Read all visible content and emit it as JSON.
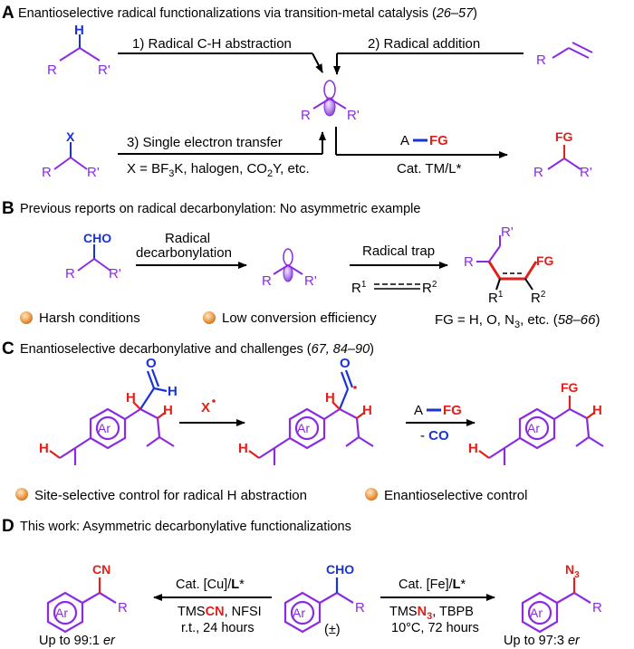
{
  "panelA": {
    "letter": "A",
    "title": "Enantioselective radical functionalizations via transition-metal catalysis (",
    "cite": "26–57",
    "title_end": ")",
    "step1": "1) Radical C-H abstraction",
    "step2": "2) Radical addition",
    "step3": "3) Single electron transfer",
    "x_eq": "X = BF",
    "x_eq_sub": "3",
    "x_eq_mid": "K, halogen, CO",
    "x_eq_sub2": "2",
    "x_eq_end": "Y, etc.",
    "reagent_a": "A",
    "reagent_fg": "FG",
    "catalyst": "Cat. TM/L*",
    "h": "H",
    "x": "X",
    "r": "R",
    "rp": "R'",
    "fg": "FG"
  },
  "panelB": {
    "letter": "B",
    "title": "Previous reports on radical decarbonylation: No asymmetric example",
    "cho": "CHO",
    "arrow1_line1": "Radical",
    "arrow1_line2": "decarbonylation",
    "arrow2": "Radical trap",
    "r1": "R",
    "r1_sup": "1",
    "r2": "R",
    "r2_sup": "2",
    "con1": "Harsh conditions",
    "con2": "Low conversion efficiency",
    "fg_note": "FG = H, O, N",
    "fg_note_sub": "3",
    "fg_note_end": ", etc. (",
    "fg_cite": "58–66",
    "fg_note_close": ")",
    "fg": "FG",
    "r": "R",
    "rp": "R'"
  },
  "panelC": {
    "letter": "C",
    "title": "Enantioselective decarbonylative and challenges (",
    "cite": "67, 84–90",
    "title_end": ")",
    "ar": "Ar",
    "h": "H",
    "o": "O",
    "x_radical": "X",
    "reagent_a": "A",
    "reagent_fg": "FG",
    "minus_co_dash": "- ",
    "minus_co": "CO",
    "fg": "FG",
    "ch1": "Site-selective control for radical H abstraction",
    "ch2": "Enantioselective control"
  },
  "panelD": {
    "letter": "D",
    "title": "This work: Asymmetric decarbonylative functionalizations",
    "ar": "Ar",
    "r": "R",
    "cho": "CHO",
    "racemic": "(±)",
    "cu_cat": "Cat. [Cu]/",
    "cu_l": "L",
    "cu_star": "*",
    "cu_reag_a": "TMS",
    "cu_reag_b": "CN",
    "cu_reag_c": ", NFSI",
    "cu_cond": "r.t., 24 hours",
    "fe_cat": "Cat. [Fe]/",
    "fe_l": "L",
    "fe_star": "*",
    "fe_reag_a": "TMS",
    "fe_reag_b": "N",
    "fe_reag_sub": "3",
    "fe_reag_c": ", TBPB",
    "fe_cond": "10°C, 72 hours",
    "cn": "CN",
    "n3": "N",
    "n3_sub": "3",
    "er_left": "Up to 99:1 ",
    "er_left_it": "er",
    "er_right": "Up to 97:3 ",
    "er_right_it": "er"
  }
}
